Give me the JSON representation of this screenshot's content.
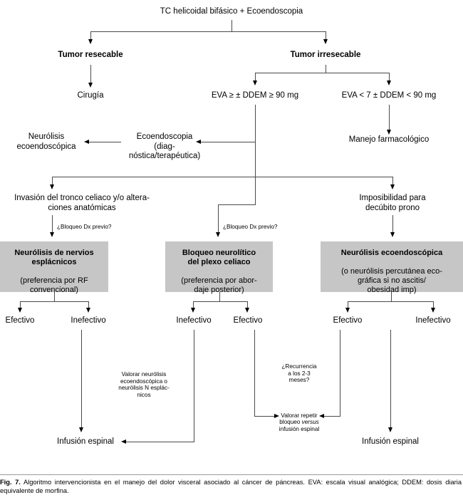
{
  "figure": {
    "label": "Fig. 7.",
    "caption": "Algoritmo intervencionista en el manejo del dolor visceral asociado al cáncer de páncreas. EVA: escala visual analógica; DDEM: dosis diaria equivalente de morfina.",
    "box_fill_color": "#c6c6c6",
    "line_color": "#4a4a4a",
    "text_color": "#000000",
    "background_color": "#ffffff"
  },
  "nodes": {
    "root": "TC helicoidal bifásico + Ecoendoscopia",
    "resectable": "Tumor resecable",
    "irresectable": "Tumor irresecable",
    "surgery": "Cirugía",
    "eva_high": "EVA ≥ ± DDEM ≥ 90 mg",
    "eva_low": "EVA < 7 ± DDEM < 90 mg",
    "endoscopy": "Ecoendoscopia (diag-\nnóstica/terapéutica)",
    "neurolysis_endo": "Neurólisis\necoendoscópica",
    "pharma": "Manejo farmacológico",
    "celiac_invasion": "Invasión del tronco celiaco y/o altera-\nciones anatómicas",
    "prone_impossible": "Imposibilidad para\ndecúbito prono",
    "spinal_left": "Infusión espinal",
    "spinal_right": "Infusión espinal"
  },
  "edge_labels": {
    "block_dx_left": "¿Bloqueo Dx previo?",
    "block_dx_mid": "¿Bloqueo Dx previo?"
  },
  "treatment_boxes": [
    {
      "id": "splanchnic",
      "title": "Neurólisis de nervios\nesplácnicos",
      "subtitle": "(preferencia por RF\nconvencional)"
    },
    {
      "id": "celiac-plexus",
      "title": "Bloqueo neurolítico\ndel plexo celiaco",
      "subtitle": "(preferencia por abor-\ndaje posterior)"
    },
    {
      "id": "endosonographic",
      "title": "Neurólisis ecoendoscópica",
      "subtitle": "(o neurólisis percutánea eco-\ngráfica si no ascitis/\nobesidad imp)"
    }
  ],
  "outcomes": {
    "left_box": [
      "Efectivo",
      "Inefectivo"
    ],
    "mid_box": [
      "Inefectivo",
      "Efectivo"
    ],
    "right_box": [
      "Efectivo",
      "Inefectivo"
    ]
  },
  "annotations": {
    "left_note": "Valorar neurólisis\necoendoscópica o\nneurólisis N esplác-\nnicos",
    "recurrence_note": "¿Recurrencia\na los 2-3\nmeses?",
    "repeat_note_pre": "Valorar repetir\nbloqueo ",
    "repeat_note_italic": "versus",
    "repeat_note_post": "\ninfusión espinal"
  }
}
